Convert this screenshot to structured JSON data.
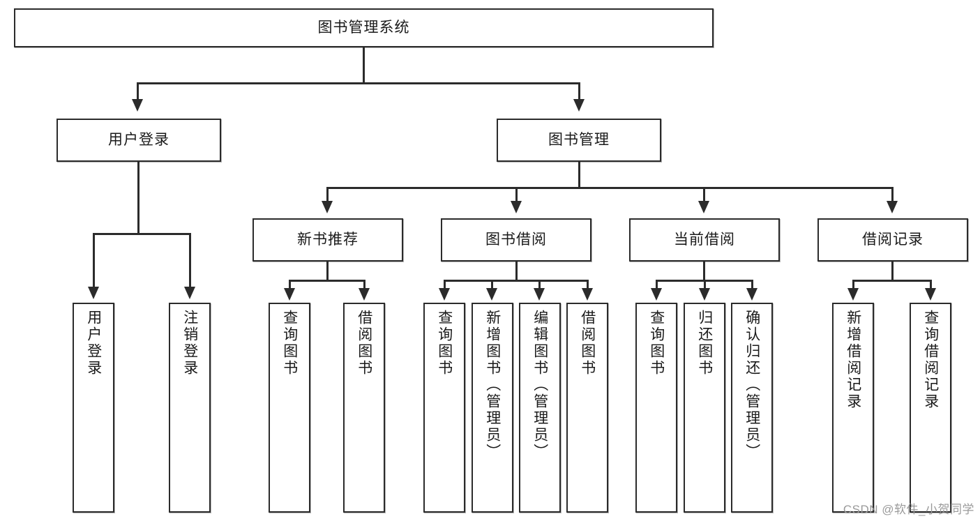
{
  "diagram": {
    "title_node": {
      "label": "图书管理系统"
    },
    "level2": [
      {
        "id": "user-login",
        "label": "用户登录"
      },
      {
        "id": "book-manage",
        "label": "图书管理"
      }
    ],
    "level3": [
      {
        "id": "new-book-recommend",
        "label": "新书推荐"
      },
      {
        "id": "book-borrow",
        "label": "图书借阅"
      },
      {
        "id": "current-borrow",
        "label": "当前借阅"
      },
      {
        "id": "borrow-record",
        "label": "借阅记录"
      }
    ],
    "leaves": {
      "user_login": [
        {
          "id": "leaf-user-login",
          "label": "用户登录"
        },
        {
          "id": "leaf-logout-login",
          "label": "注销登录"
        }
      ],
      "new_book_recommend": [
        {
          "id": "leaf-query-book-1",
          "label": "查询图书"
        },
        {
          "id": "leaf-borrow-book-1",
          "label": "借阅图书"
        }
      ],
      "book_borrow": [
        {
          "id": "leaf-query-book-2",
          "label": "查询图书"
        },
        {
          "id": "leaf-add-book-admin",
          "label": "新增图书（管理员）"
        },
        {
          "id": "leaf-edit-book-admin",
          "label": "编辑图书（管理员）"
        },
        {
          "id": "leaf-borrow-book-2",
          "label": "借阅图书"
        }
      ],
      "current_borrow": [
        {
          "id": "leaf-query-book-3",
          "label": "查询图书"
        },
        {
          "id": "leaf-return-book",
          "label": "归还图书"
        },
        {
          "id": "leaf-confirm-return-admin",
          "label": "确认归还（管理员）"
        }
      ],
      "borrow_record": [
        {
          "id": "leaf-add-borrow-record",
          "label": "新增借阅记录"
        },
        {
          "id": "leaf-query-borrow-record",
          "label": "查询借阅记录"
        }
      ]
    }
  },
  "watermark": {
    "text": "CSDN @软件_小贺同学"
  },
  "colors": {
    "stroke": "#2b2b2b",
    "fill": "#ffffff",
    "text": "#1a1a1a",
    "watermark": "#9a9a9a"
  }
}
